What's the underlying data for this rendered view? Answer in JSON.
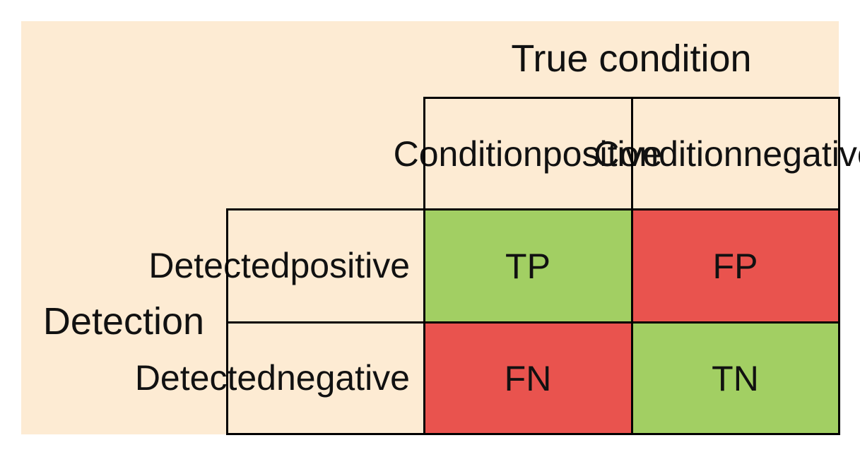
{
  "colors": {
    "background": "#fdebd3",
    "correct": "#a2cf63",
    "incorrect": "#e9534e",
    "border": "#000000"
  },
  "header": {
    "true_condition": "True condition",
    "condition_positive": [
      "Condition",
      "positive"
    ],
    "condition_negative": [
      "Condition",
      "negative"
    ]
  },
  "side": {
    "detection": "Detection",
    "detected_positive": [
      "Detected",
      "positive"
    ],
    "detected_negative": [
      "Detected",
      "negative"
    ]
  },
  "cells": {
    "tp": "TP",
    "fp": "FP",
    "fn": "FN",
    "tn": "TN"
  }
}
